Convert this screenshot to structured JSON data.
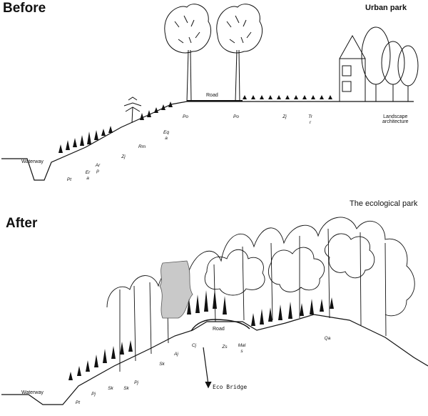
{
  "before": {
    "heading": "Before",
    "park_label": "Urban park",
    "road_label": "Road",
    "waterway_label": "Waterway",
    "landscape_label": "Landscape\narchitecture",
    "species": [
      "Pt",
      "Er a",
      "Ar p",
      "Zj",
      "Rm",
      "Eq a",
      "Po",
      "Po",
      "Zj",
      "Tr r"
    ]
  },
  "after": {
    "heading": "After",
    "park_label": "The ecological park",
    "road_label": "Road",
    "waterway_label": "Waterway",
    "bridge_label": "Eco Bridge",
    "species": [
      "Pt",
      "Pj",
      "Sk",
      "Sk",
      "Pj",
      "Sk",
      "Aj",
      "Cj",
      "Zs",
      "Mal s",
      "Qa"
    ]
  }
}
